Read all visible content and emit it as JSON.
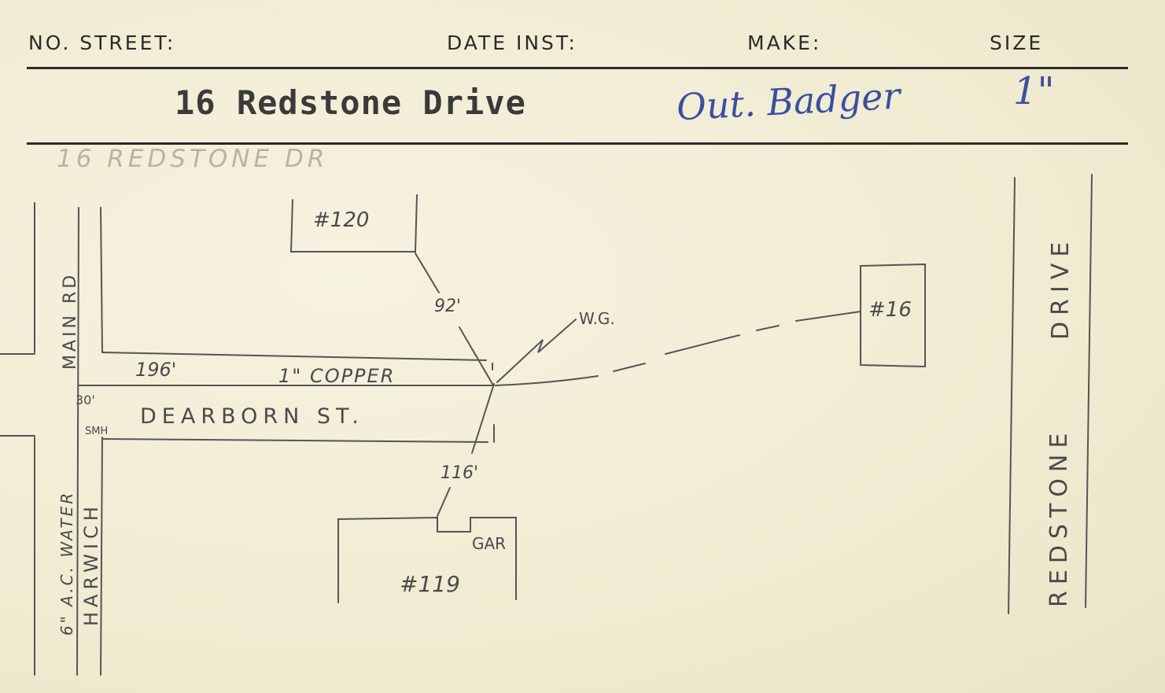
{
  "header": {
    "no_street_label": "NO. STREET:",
    "date_inst_label": "DATE INST:",
    "make_label": "MAKE:",
    "size_label": "SIZE"
  },
  "record": {
    "address_typed": "16 Redstone Drive",
    "make_handwritten": "Out. Badger",
    "size_handwritten": "1\"",
    "address_pencil": "16 REDSTONE DR"
  },
  "sketch": {
    "house_120": "#120",
    "house_16": "#16",
    "house_119": "#119",
    "garage": "GAR",
    "dist_92": "92'",
    "dist_116": "116'",
    "dist_196": "196'",
    "dist_30": "30'",
    "smh": "SMH",
    "wg": "W.G.",
    "copper": "1\" COPPER",
    "dearborn": "DEARBORN ST.",
    "main_rd": "MAIN RD",
    "harwich": "HARWICH",
    "water": "6\" A.C. WATER",
    "redstone": "REDSTONE",
    "drive": "DRIVE"
  },
  "colors": {
    "card": "#f2eedb",
    "ink_typed": "#3a3a3a",
    "ink_blue": "#3b4fa0",
    "pencil": "#4a4a4a"
  }
}
